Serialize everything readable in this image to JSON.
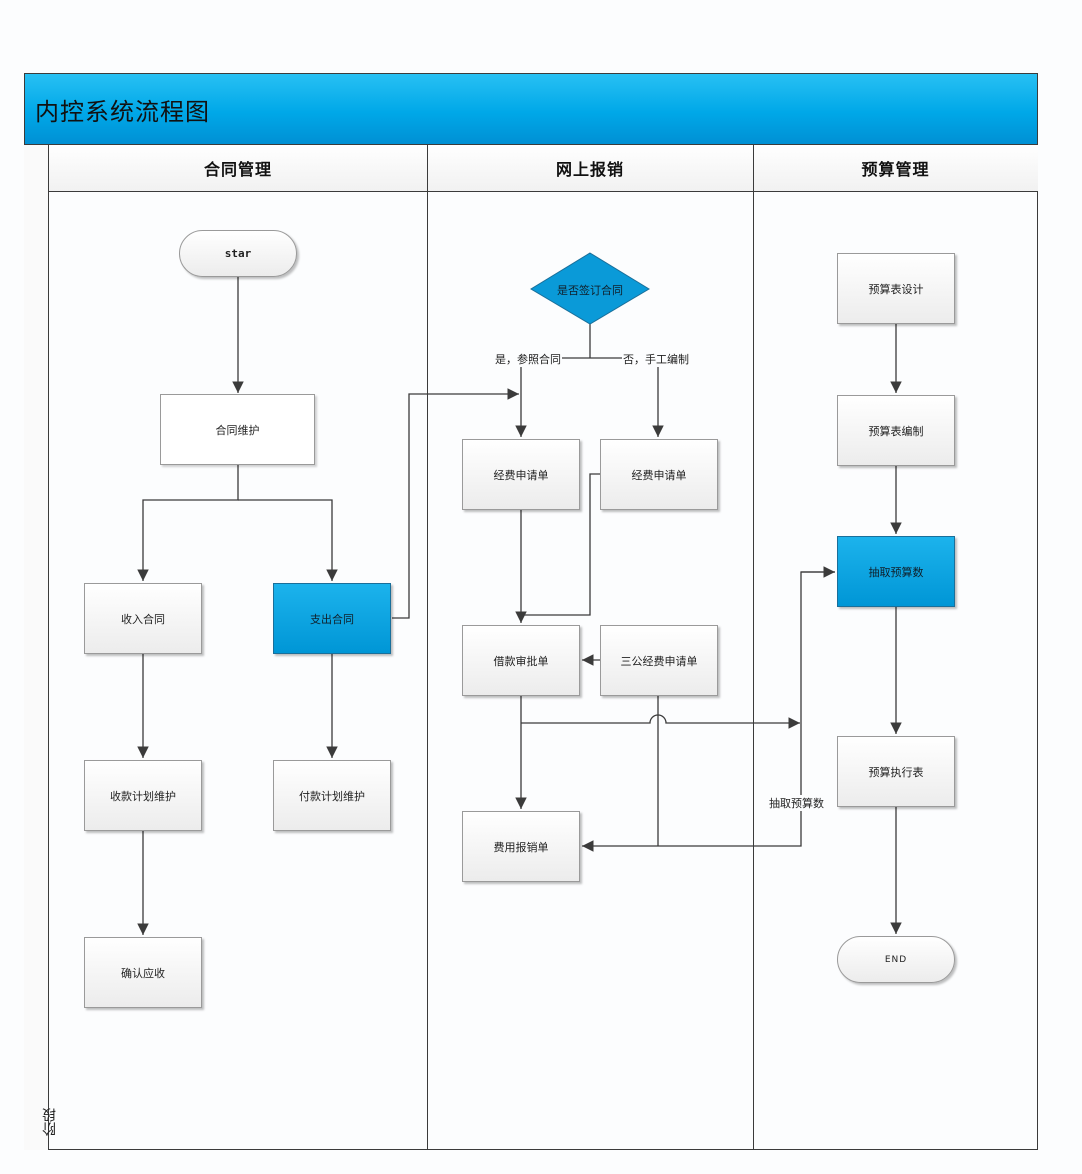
{
  "title": "内控系统流程图",
  "side_label": "阶段",
  "lanes": [
    {
      "label": "合同管理"
    },
    {
      "label": "网上报销"
    },
    {
      "label": "预算管理"
    }
  ],
  "nodes": {
    "start": "star",
    "contract_maint": "合同维护",
    "income_contract": "收入合同",
    "expense_contract": "支出合同",
    "receipt_plan": "收款计划维护",
    "payment_plan": "付款计划维护",
    "confirm_receivable": "确认应收",
    "decision": "是否签订合同",
    "fund_app_1": "经费申请单",
    "fund_app_2": "经费申请单",
    "loan_approval": "借款审批单",
    "three_public": "三公经费申请单",
    "expense_reimb": "费用报销单",
    "budget_design": "预算表设计",
    "budget_compile": "预算表编制",
    "extract_budget": "抽取预算数",
    "budget_exec": "预算执行表",
    "end": "END"
  },
  "edge_labels": {
    "yes_branch": "是，参照合同",
    "no_branch": "否，手工编制",
    "extract_label": "抽取预算数"
  },
  "colors": {
    "accent_blue": "#0096d6",
    "title_blue": "#00a8e8",
    "line": "#3b3b3b"
  }
}
